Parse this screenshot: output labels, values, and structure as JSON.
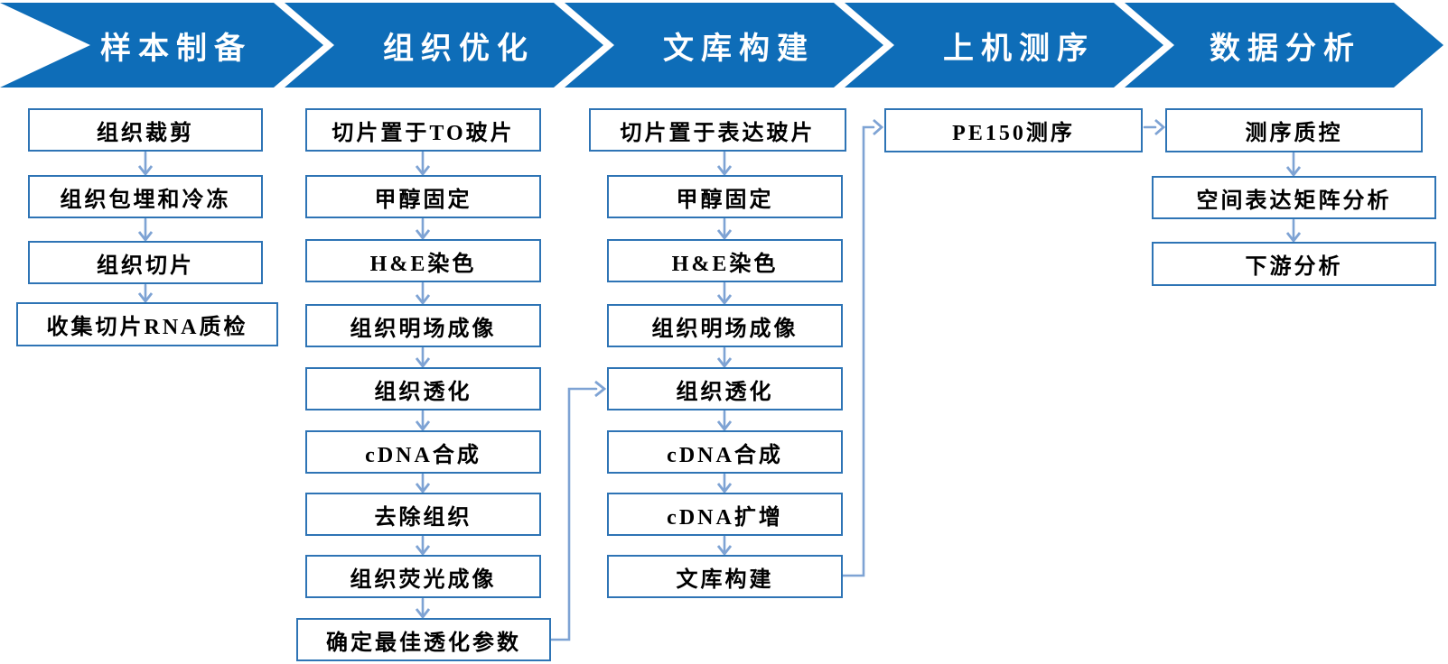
{
  "banner": {
    "stages": [
      "样本制备",
      "组织优化",
      "文库构建",
      "上机测序",
      "数据分析"
    ]
  },
  "columns": {
    "sample_prep": {
      "stage": "样本制备",
      "steps": [
        "组织裁剪",
        "组织包埋和冷冻",
        "组织切片",
        "收集切片RNA质检"
      ]
    },
    "tissue_opt": {
      "stage": "组织优化",
      "steps": [
        "切片置于TO玻片",
        "甲醇固定",
        "H&E染色",
        "组织明场成像",
        "组织透化",
        "cDNA合成",
        "去除组织",
        "组织荧光成像",
        "确定最佳透化参数"
      ]
    },
    "library": {
      "stage": "文库构建",
      "steps": [
        "切片置于表达玻片",
        "甲醇固定",
        "H&E染色",
        "组织明场成像",
        "组织透化",
        "cDNA合成",
        "cDNA扩增",
        "文库构建"
      ]
    },
    "sequencing": {
      "stage": "上机测序",
      "steps": [
        "PE150测序"
      ]
    },
    "analysis": {
      "stage": "数据分析",
      "steps": [
        "测序质控",
        "空间表达矩阵分析",
        "下游分析"
      ]
    }
  },
  "colors": {
    "banner_blue": "#0E6DB8",
    "box_border": "#2E74B5",
    "connector": "#7EA3D4",
    "text": "#000000",
    "header_text": "#FFFFFF",
    "background": "#FFFFFF"
  }
}
